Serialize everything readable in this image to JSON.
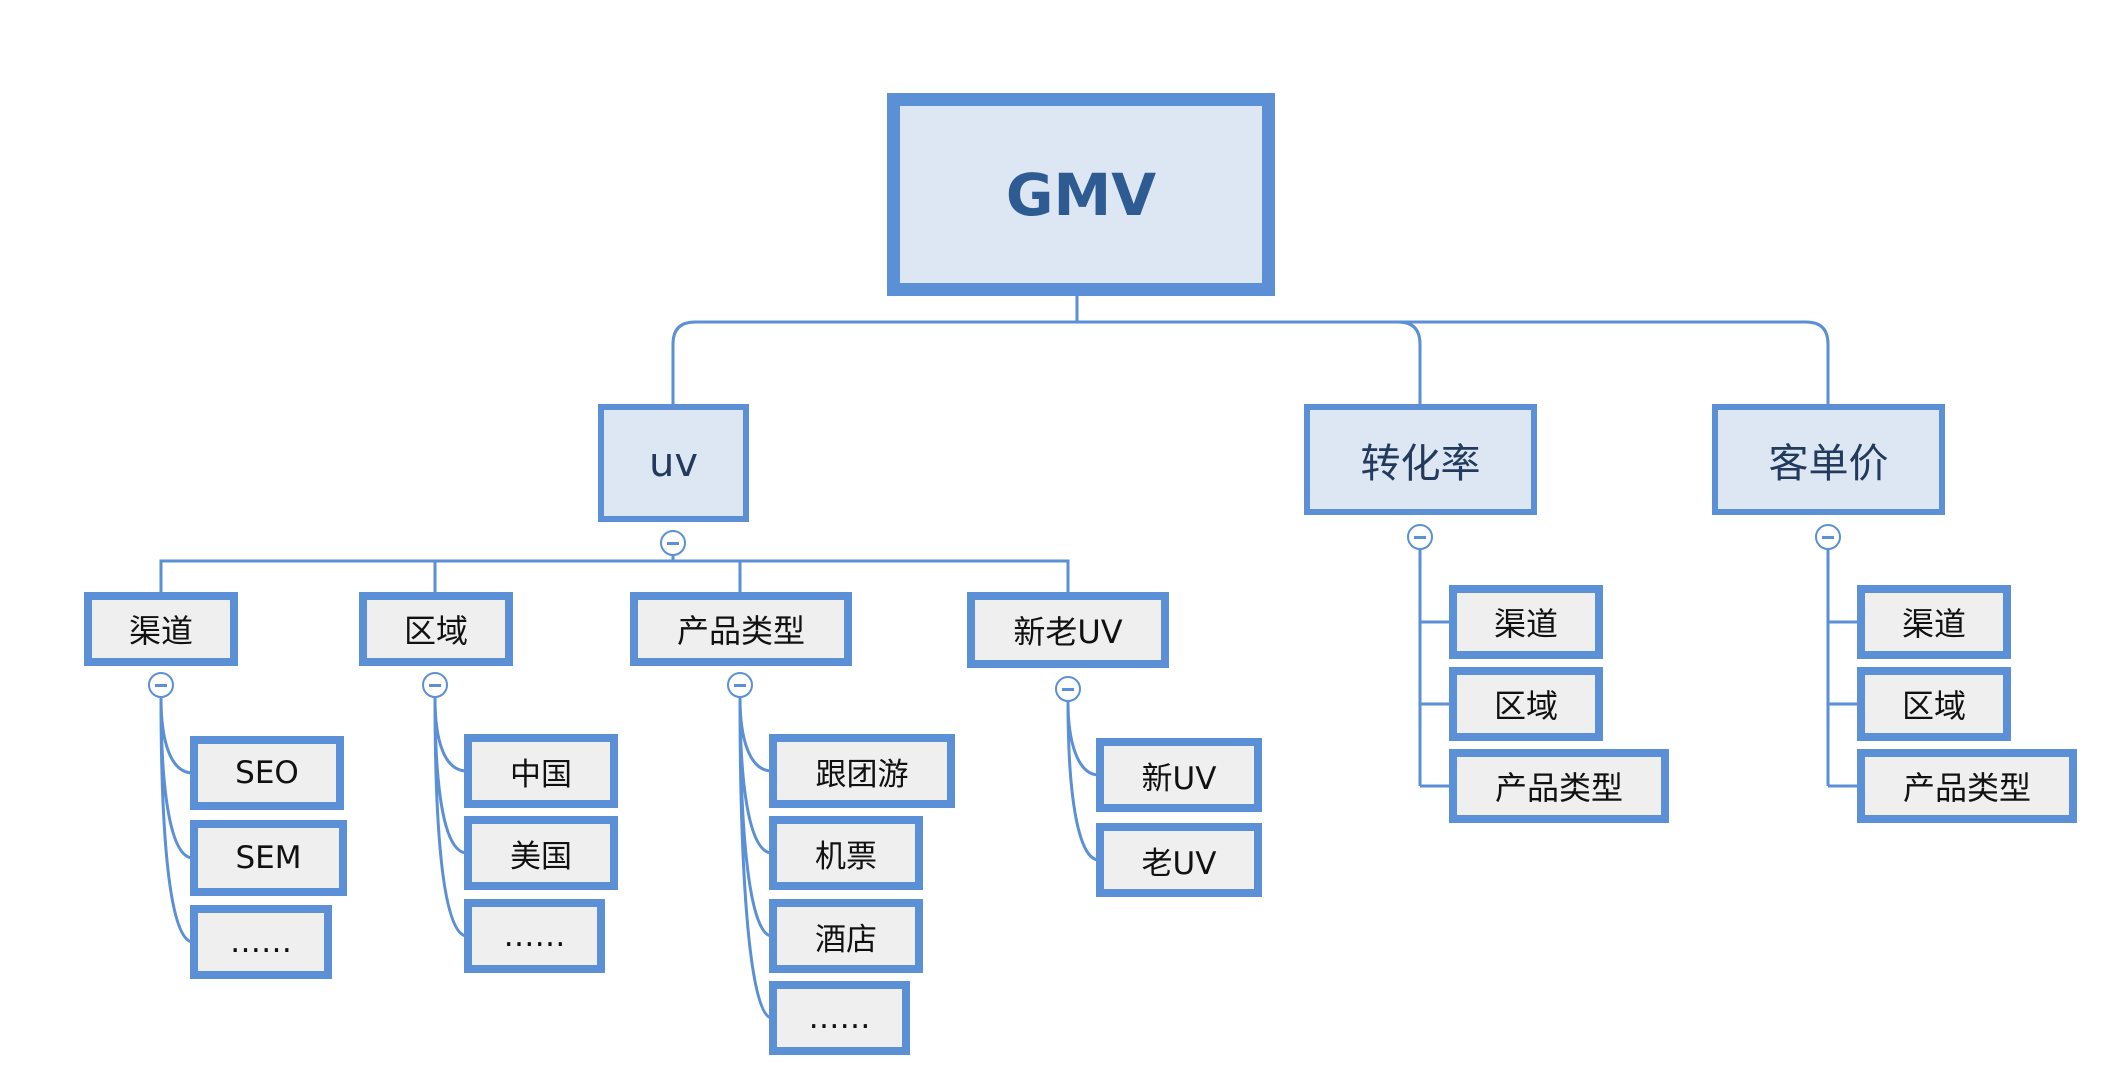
{
  "diagram": {
    "colors": {
      "line": "#5b8fd6",
      "root_fill": "#dde6f3",
      "leaf_fill": "#efefef",
      "root_text": "#2f5b93"
    },
    "root": {
      "label": "GMV"
    },
    "uv": {
      "label": "uv",
      "toggle_icon": "collapse-minus-icon",
      "children": [
        {
          "label": "渠道",
          "children": [
            "SEO",
            "SEM",
            "……"
          ]
        },
        {
          "label": "区域",
          "children": [
            "中国",
            "美国",
            "……"
          ]
        },
        {
          "label": "产品类型",
          "children": [
            "跟团游",
            "机票",
            "酒店",
            "……"
          ]
        },
        {
          "label": "新老UV",
          "children": [
            "新UV",
            "老UV"
          ]
        }
      ]
    },
    "conversion": {
      "label": "转化率",
      "children": [
        "渠道",
        "区域",
        "产品类型"
      ]
    },
    "unit_price": {
      "label": "客单价",
      "children": [
        "渠道",
        "区域",
        "产品类型"
      ]
    }
  }
}
